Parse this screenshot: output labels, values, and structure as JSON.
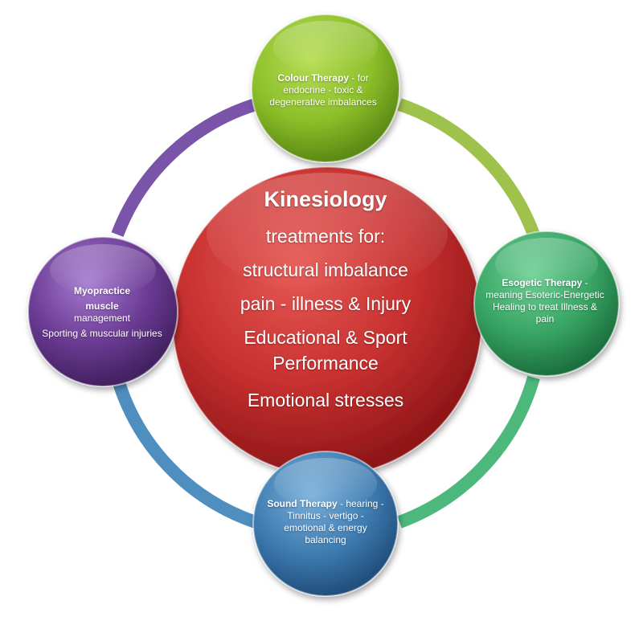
{
  "center": {
    "title": "Kinesiology",
    "lines": [
      "treatments for:",
      "structural imbalance",
      "pain - illness & Injury",
      "Educational & Sport",
      "Performance",
      "Emotional stresses"
    ]
  },
  "nodes": {
    "top": {
      "title": "Colour Therapy",
      "text": " - for endocrine - toxic & degenerative imbalances"
    },
    "right": {
      "title": "Esogetic Therapy",
      "text": " - meaning Esoteric-Energetic Healing to treat Illness & pain"
    },
    "bottom": {
      "title": "Sound Therapy",
      "text": " - hearing - Tinnitus - vertigo - emotional & energy balancing"
    },
    "left": {
      "title": "Myopractice",
      "sub_bold": "muscle",
      "sub_text": "management",
      "sub2": "Sporting & muscular injuries"
    }
  },
  "colors": {
    "center": "#c0282c",
    "top": "#8cbf2a",
    "right": "#37a463",
    "bottom": "#3e7bb0",
    "left": "#6a3a93",
    "ring_top_right": "#9ec24b",
    "ring_bottom_right": "#4db87c",
    "ring_bottom_left": "#4f8fbf",
    "ring_top_left": "#7a54a8"
  }
}
